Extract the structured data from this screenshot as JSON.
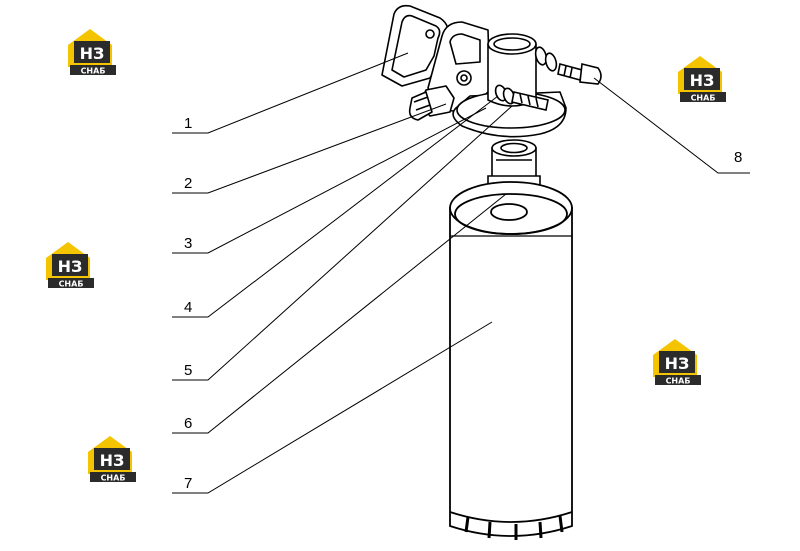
{
  "callouts": [
    "1",
    "2",
    "3",
    "4",
    "5",
    "6",
    "7",
    "8"
  ],
  "watermark": {
    "main": "НЗ",
    "sub": "СНАБ",
    "colors": {
      "yellow": "#f5c400",
      "dark": "#2b2b2b",
      "white": "#ffffff"
    }
  },
  "colors": {
    "line": "#000000",
    "background": "#ffffff"
  }
}
